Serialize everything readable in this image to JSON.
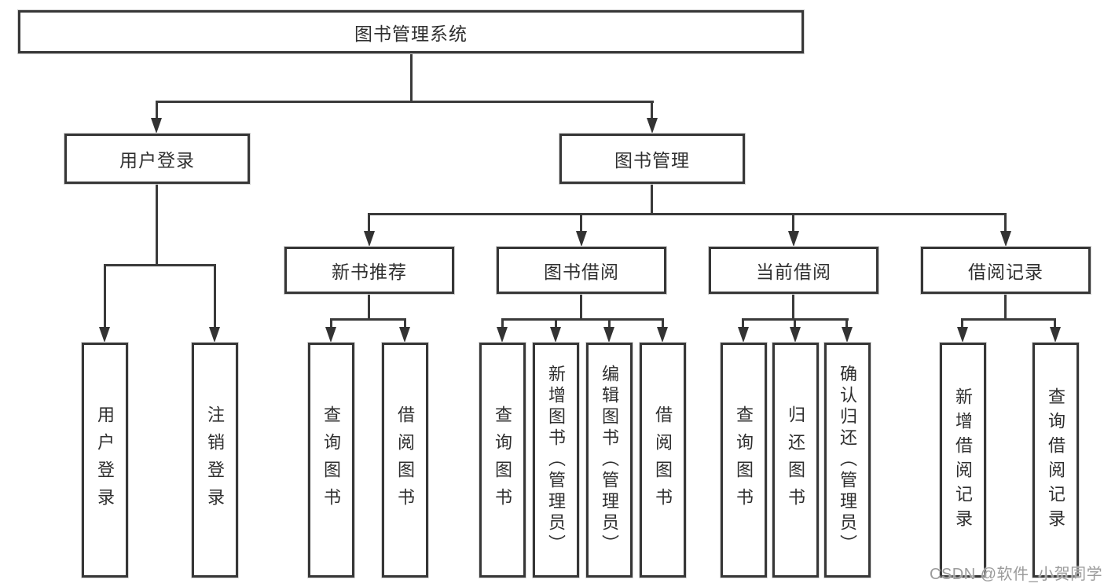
{
  "tree": {
    "root": "图书管理系统",
    "branches": [
      {
        "label": "用户登录",
        "leaves": [
          "用户登录",
          "注销登录"
        ]
      },
      {
        "label": "图书管理",
        "groups": [
          {
            "label": "新书推荐",
            "leaves": [
              "查询图书",
              "借阅图书"
            ]
          },
          {
            "label": "图书借阅",
            "leaves": [
              "查询图书",
              "新增图书（管理员）",
              "编辑图书（管理员）",
              "借阅图书"
            ]
          },
          {
            "label": "当前借阅",
            "leaves": [
              "查询图书",
              "归还图书",
              "确认归还（管理员）"
            ]
          },
          {
            "label": "借阅记录",
            "leaves": [
              "新增借阅记录",
              "查询借阅记录"
            ]
          }
        ]
      }
    ]
  },
  "watermark": {
    "text": "CSDN @软件_小贺同学"
  },
  "colors": {
    "line": "#3a3a3a",
    "box_border": "#373737",
    "text": "#2f2f2f",
    "background": "#ffffff",
    "watermark": "#9b9b9b"
  }
}
